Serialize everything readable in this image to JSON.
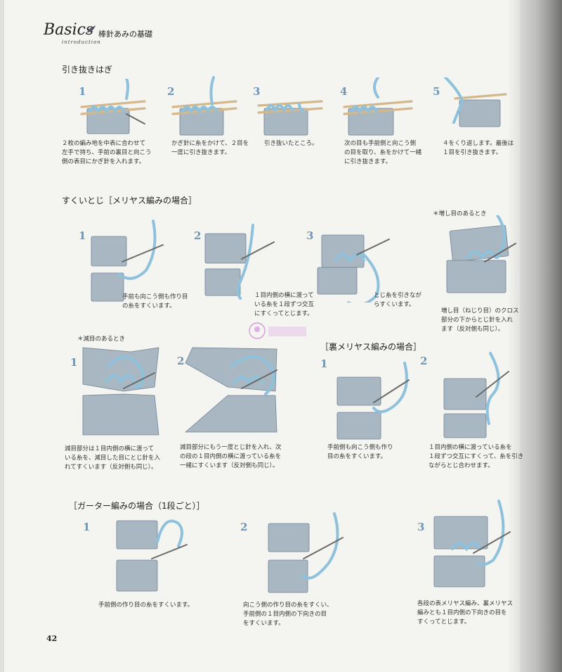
{
  "header": {
    "brand": "Basics",
    "brand_sub": "introduction",
    "title": "棒針あみの基礎"
  },
  "sections": {
    "hikinuki": {
      "title": "引き抜きはぎ",
      "steps": [
        {
          "num": "1",
          "caption": "２枚の編み地を中表に合わせて\n左手で持ち、手前の裏目と向こう\n側の表目にかぎ針を入れます。"
        },
        {
          "num": "2",
          "caption": "かぎ針に糸をかけて、２目を\n一度に引き抜きます。"
        },
        {
          "num": "3",
          "caption": "引き抜いたところ。"
        },
        {
          "num": "4",
          "caption": "次の目も手前側と向こう側\nの目を取り、糸をかけて一緒\nに引き抜きます。"
        },
        {
          "num": "5",
          "caption": "４をくり返します。最後は\n１目を引き抜きます。"
        }
      ]
    },
    "sukui": {
      "title": "すくいとじ［メリヤス編みの場合］",
      "steps": [
        {
          "num": "1",
          "caption": "手前も向こう側も作り目\nの糸をすくいます。"
        },
        {
          "num": "2",
          "caption": "１目内側の横に渡って\nいる糸を１段ずつ交互\nにすくってとじます。"
        },
        {
          "num": "3",
          "caption": "とじ糸を引きなが\nらすくいます。"
        }
      ],
      "increase": {
        "title": "＊増し目のあるとき",
        "caption": "増し目（ねじり目）のクロス\n部分の下からとじ針を入れ\nます（反対側も同じ）。"
      },
      "decrease": {
        "title": "＊減目のあるとき",
        "steps": [
          {
            "num": "1",
            "caption": "減目部分は１目内側の横に渡って\nいる糸を、減目した目にとじ針を入\nれてすくいます（反対側も同じ）。"
          },
          {
            "num": "2",
            "caption": "減目部分にもう一度とじ針を入れ、次\nの段の１目内側の横に渡っている糸を\n一緒にすくいます（反対側も同じ）。"
          }
        ]
      }
    },
    "ura": {
      "title": "［裏メリヤス編みの場合］",
      "steps": [
        {
          "num": "1",
          "caption": "手前側も向こう側も作り\n目の糸をすくいます。"
        },
        {
          "num": "2",
          "caption": "１目内側の横に渡っている糸を\n１段ずつ交互にすくって、糸を引き\nながらとじ合わせます。"
        }
      ]
    },
    "garter": {
      "title": "［ガーター編みの場合（1段ごと）］",
      "steps": [
        {
          "num": "1",
          "caption": "手前側の作り目の糸をすくいます。"
        },
        {
          "num": "2",
          "caption": "向こう側の作り目の糸をすくい、\n手前側の１目内側の下向きの目\nをすくいます。"
        },
        {
          "num": "3",
          "caption": "各段の表メリヤス編み、裏メリヤス\n編みとも１目内側の下向きの目を\nすくってとじます。"
        }
      ]
    }
  },
  "page_number": "42"
}
